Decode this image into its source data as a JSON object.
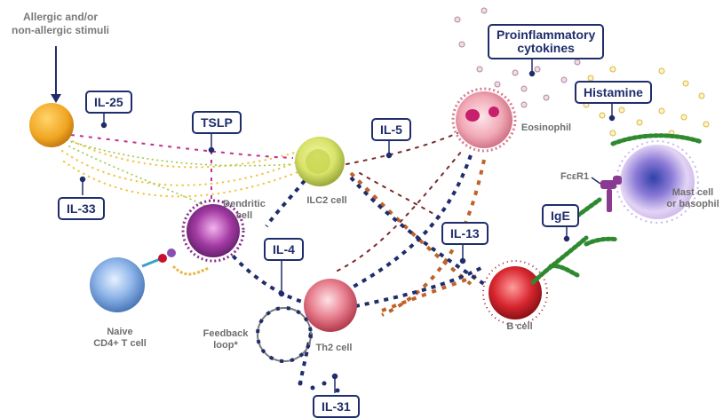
{
  "stimulus": {
    "line1": "Allergic and/or",
    "line2": "non-allergic stimuli"
  },
  "mediators": {
    "il25": "IL-25",
    "il33": "IL-33",
    "tslp": "TSLP",
    "il5": "IL-5",
    "il4": "IL-4",
    "il13": "IL-13",
    "il31": "IL-31",
    "ige": "IgE",
    "histamine": "Histamine",
    "cytokines_line1": "Proinflammatory",
    "cytokines_line2": "cytokines"
  },
  "cells": {
    "dendritic_line1": "Dendritic",
    "dendritic_line2": "cell",
    "ilc2": "ILC2 cell",
    "naive_line1": "Naive",
    "naive_line2": "CD4+ T cell",
    "th2": "Th2 cell",
    "b_cell": "B cell",
    "eosinophil": "Eosinophil",
    "mast_line1": "Mast cell",
    "mast_line2": "or basophil",
    "fcer1": "FcεR1"
  },
  "feedback": {
    "line1": "Feedback",
    "line2": "loop*"
  },
  "colors": {
    "label_border": "#1f2d6b",
    "caption": "#6e6e6e",
    "il4_il31_arrows": "#1f2d6b",
    "il13_arrows": "#c0622a",
    "il5_arrows": "#7a2a2a",
    "ige_green": "#2f8a2f",
    "tslp_magenta": "#c2308f"
  }
}
